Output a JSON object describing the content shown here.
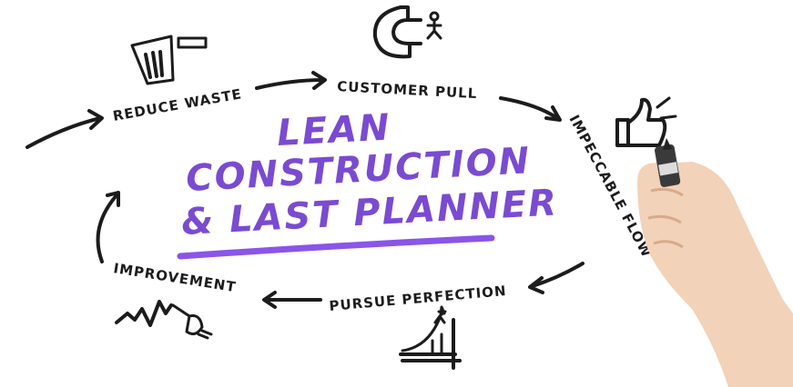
{
  "title": {
    "line1": "LEAN",
    "line2": "CONSTRUCTION",
    "line3": "& LAST PLANNER",
    "color": "#7a4bd1"
  },
  "cycle_steps": [
    {
      "label": "REDUCE WASTE",
      "icon": "trash-bin-icon"
    },
    {
      "label": "CUSTOMER PULL",
      "icon": "magnet-person-icon"
    },
    {
      "label": "IMPECCABLE FLOW",
      "icon": "thumbs-up-icon"
    },
    {
      "label": "PURSUE PERFECTION",
      "icon": "growth-chart-star-icon"
    },
    {
      "label": "IMPROVEMENT",
      "icon": "zigzag-plug-icon"
    }
  ],
  "ink_color": "#1c1c1c"
}
